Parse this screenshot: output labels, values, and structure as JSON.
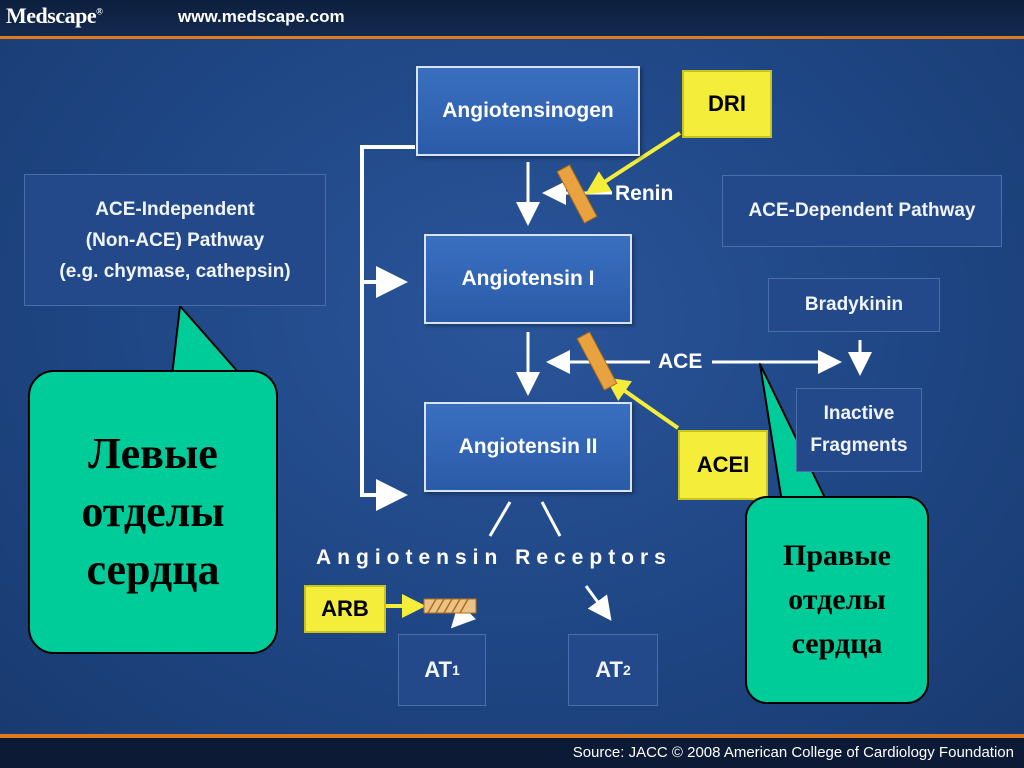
{
  "header": {
    "logo": "Medscape",
    "logo_mark": "®",
    "url": "www.medscape.com"
  },
  "footer": {
    "source": "Source: JACC © 2008 American College of Cardiology Foundation"
  },
  "nodes": {
    "angiotensinogen": "Angiotensinogen",
    "angiotensin_1": "Angiotensin I",
    "angiotensin_2": "Angiotensin II",
    "dri": "DRI",
    "renin": "Renin",
    "ace_dependent": "ACE-Dependent Pathway",
    "ace_independent": [
      "ACE-Independent",
      "(Non-ACE) Pathway",
      "(e.g. chymase, cathepsin)"
    ],
    "bradykinin": "Bradykinin",
    "ace": "ACE",
    "inactive_fragments": [
      "Inactive",
      "Fragments"
    ],
    "acei": "ACEI",
    "receptors": "Angiotensin Receptors",
    "arb": "ARB",
    "at1": "AT",
    "at1_sub": "1",
    "at2": "AT",
    "at2_sub": "2"
  },
  "callouts": {
    "left": [
      "Левые",
      "отделы",
      "сердца"
    ],
    "right": [
      "Правые",
      "отделы",
      "сердца"
    ]
  },
  "colors": {
    "background": "#1e4582",
    "box": "#2a5ba8",
    "yellow": "#f4ee3a",
    "callout": "#00cc99",
    "accent": "#e07a1e"
  }
}
